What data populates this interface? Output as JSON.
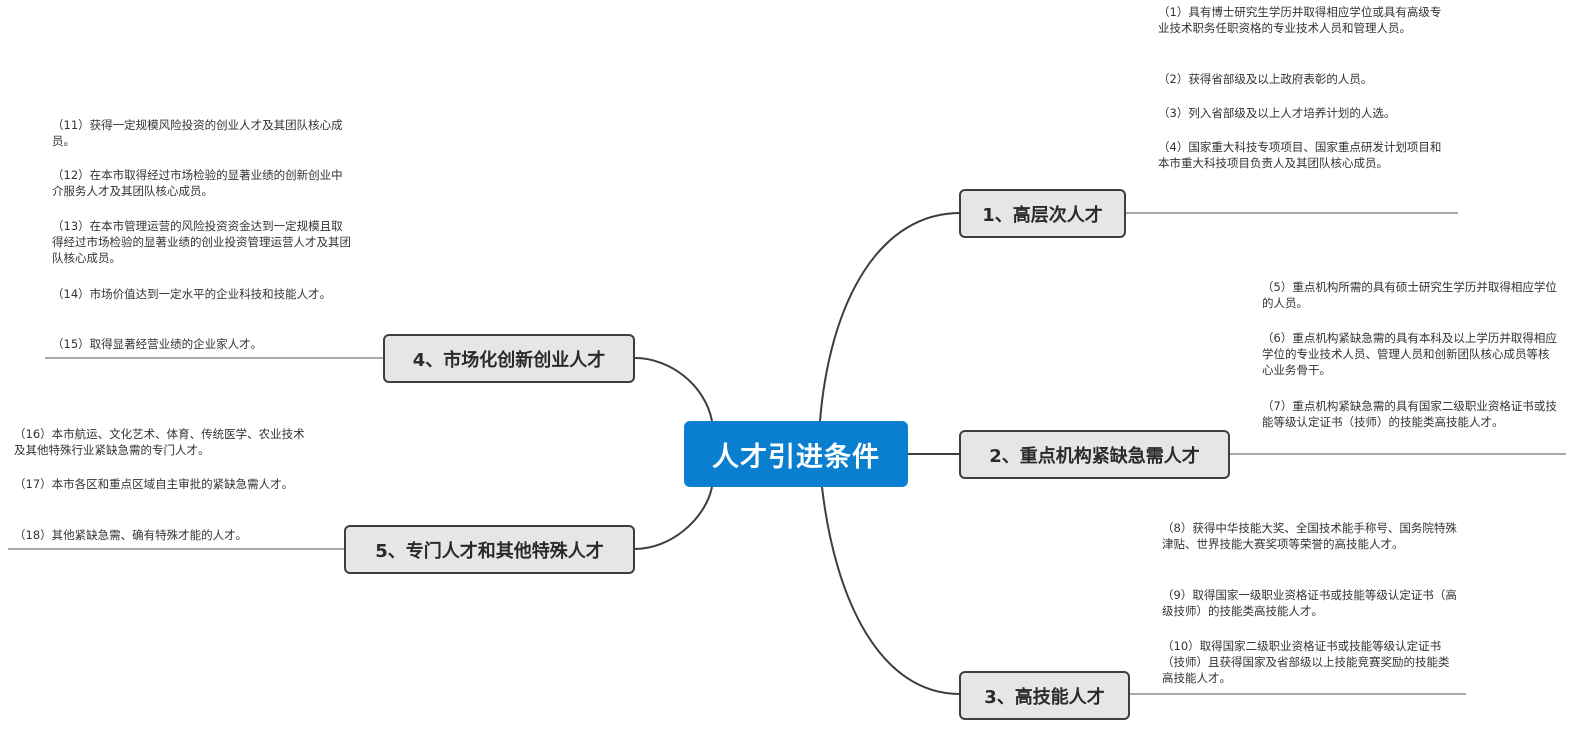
{
  "root": {
    "label": "人才引进条件"
  },
  "branches": [
    {
      "label": "1、高层次人才",
      "items": [
        "（1）具有博士研究生学历并取得相应学位或具有高级专业技术职务任职资格的专业技术人员和管理人员。",
        "（2）获得省部级及以上政府表彰的人员。",
        "（3）列入省部级及以上人才培养计划的人选。",
        "（4）国家重大科技专项项目、国家重点研发计划项目和本市重大科技项目负责人及其团队核心成员。"
      ]
    },
    {
      "label": "2、重点机构紧缺急需人才",
      "items": [
        "（5）重点机构所需的具有硕士研究生学历并取得相应学位的人员。",
        "（6）重点机构紧缺急需的具有本科及以上学历并取得相应学位的专业技术人员、管理人员和创新团队核心成员等核心业务骨干。",
        "（7）重点机构紧缺急需的具有国家二级职业资格证书或技能等级认定证书（技师）的技能类高技能人才。"
      ]
    },
    {
      "label": "3、高技能人才",
      "items": [
        "（8）获得中华技能大奖、全国技术能手称号、国务院特殊津贴、世界技能大赛奖项等荣誉的高技能人才。",
        "（9）取得国家一级职业资格证书或技能等级认定证书（高级技师）的技能类高技能人才。",
        "（10）取得国家二级职业资格证书或技能等级认定证书（技师）且获得国家及省部级以上技能竞赛奖励的技能类高技能人才。"
      ]
    },
    {
      "label": "4、市场化创新创业人才",
      "items": [
        "（11）获得一定规模风险投资的创业人才及其团队核心成员。",
        "（12）在本市取得经过市场检验的显著业绩的创新创业中介服务人才及其团队核心成员。",
        "（13）在本市管理运营的风险投资资金达到一定规模且取得经过市场检验的显著业绩的创业投资管理运营人才及其团队核心成员。",
        "（14）市场价值达到一定水平的企业科技和技能人才。",
        "（15）取得显著经营业绩的企业家人才。"
      ]
    },
    {
      "label": "5、专门人才和其他特殊人才",
      "items": [
        "（16）本市航运、文化艺术、体育、传统医学、农业技术及其他特殊行业紧缺急需的专门人才。",
        "（17）本市各区和重点区域自主审批的紧缺急需人才。",
        "（18）其他紧缺急需、确有特殊才能的人才。"
      ]
    }
  ]
}
